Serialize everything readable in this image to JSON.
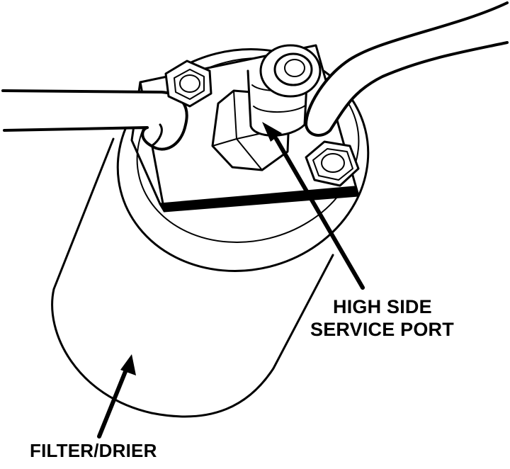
{
  "labels": {
    "high_side_line1": "HIGH SIDE",
    "high_side_line2": "SERVICE PORT",
    "filter_drier": "FILTER/DRIER"
  },
  "colors": {
    "ink": "#000000",
    "paper": "#ffffff"
  }
}
